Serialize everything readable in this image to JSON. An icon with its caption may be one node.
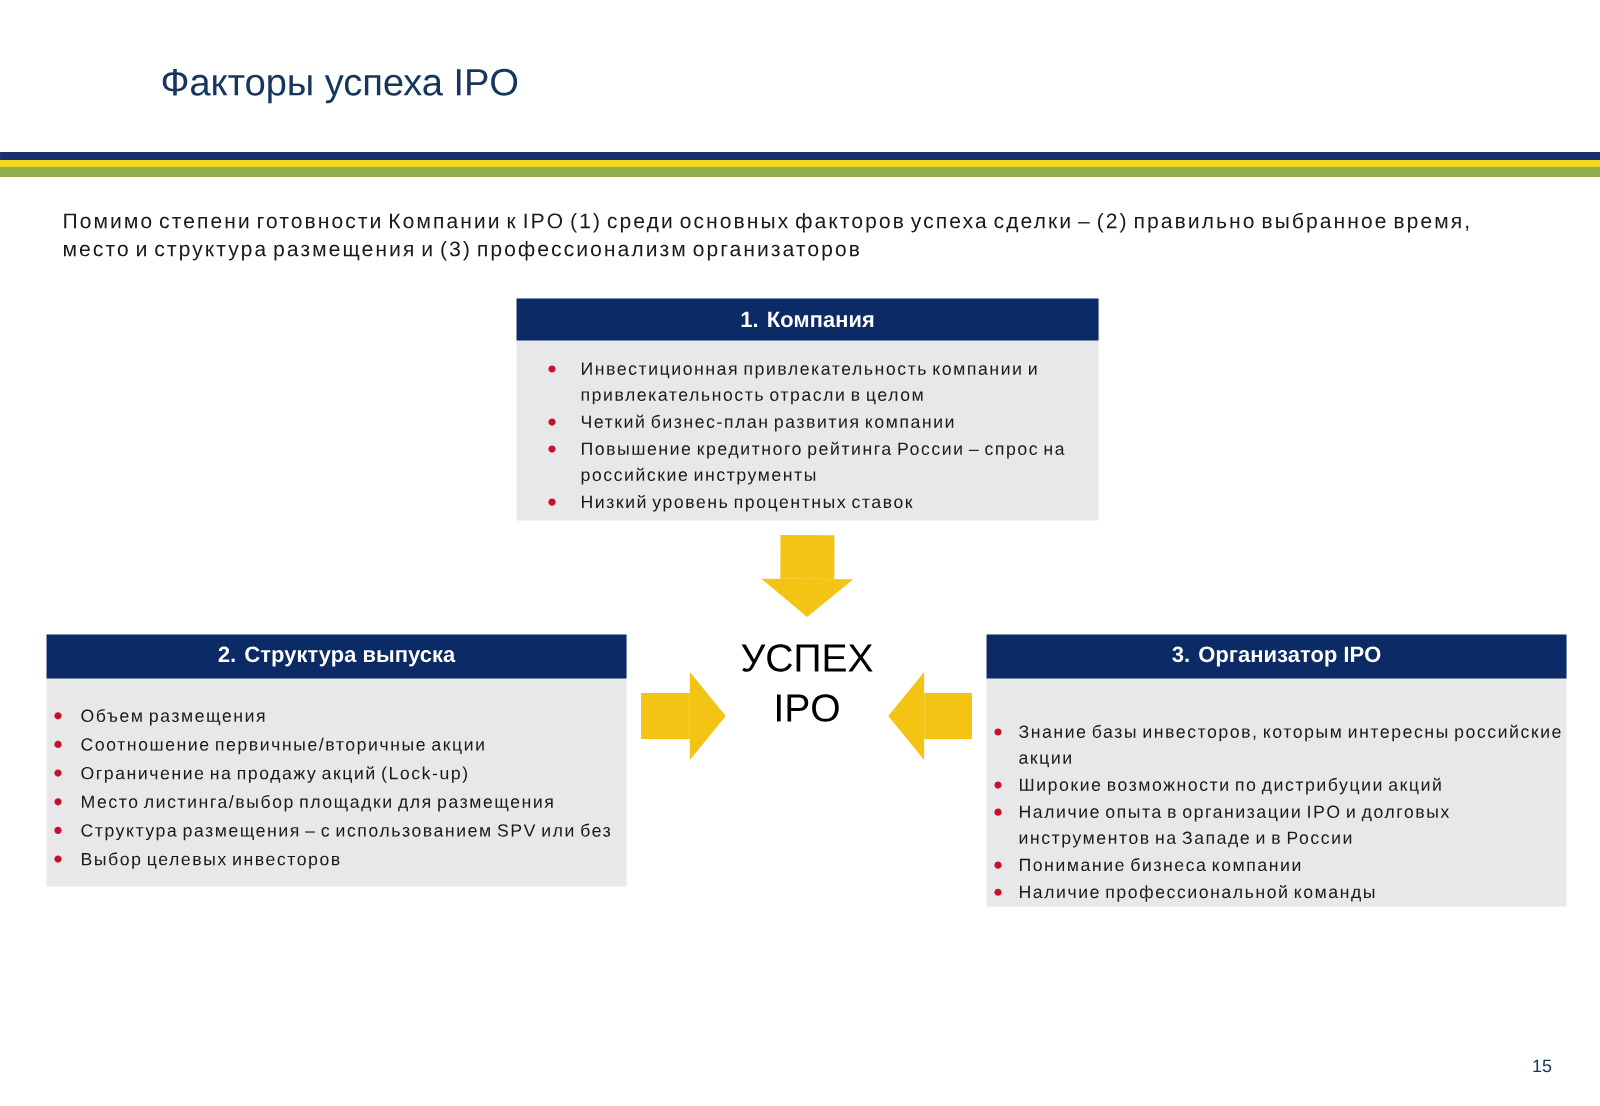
{
  "diagram": {
    "title": "Факторы успеха IPO",
    "nodes": [
      {
        "text": [
          "1. Компания",
          "Инвестиционная привлекательность компании и привлекательность отрасли в целом",
          "Четкий бизнес-план развития компании",
          "Повышение кредитного рейтинга России – спрос на российские инструменты",
          "Низкий уровень процентных ставок"
        ]
      },
      {
        "text": [
          "2. Структура выпуска",
          "Объем размещения",
          "Соотношение первичные/вторичные акции",
          "Ограничение на продажу акций (Lock-up)",
          "Место листинга/выбор площадки для размещения",
          "Структура размещения – с использованием SPV или без",
          "Выбор целевых инвесторов"
        ]
      },
      {
        "text": [
          "3. Организатор IPO",
          "Знание базы инвесторов, которым интересны российские акции",
          "Широкие возможности по дистрибуции акций",
          "Наличие опыта в организации IPO и долговых инструментов на Западе и в России",
          "Понимание бизнеса компании",
          "Наличие профессиональной команды"
        ]
      },
      {
        "text": [
          "УСПЕХ IPO"
        ]
      }
    ],
    "edges": [
      {
        "from": 0,
        "to": 3,
        "arrow": "to"
      },
      {
        "from": 1,
        "to": 3,
        "arrow": "to"
      },
      {
        "from": 2,
        "to": 3,
        "arrow": "to"
      }
    ],
    "labels": [
      "Помимо степени готовности Компании к IPO (1) среди основных факторов успеха сделки – (2) правильно выбранное время, место и структура размещения и (3) профессионализм организаторов",
      "15"
    ]
  }
}
